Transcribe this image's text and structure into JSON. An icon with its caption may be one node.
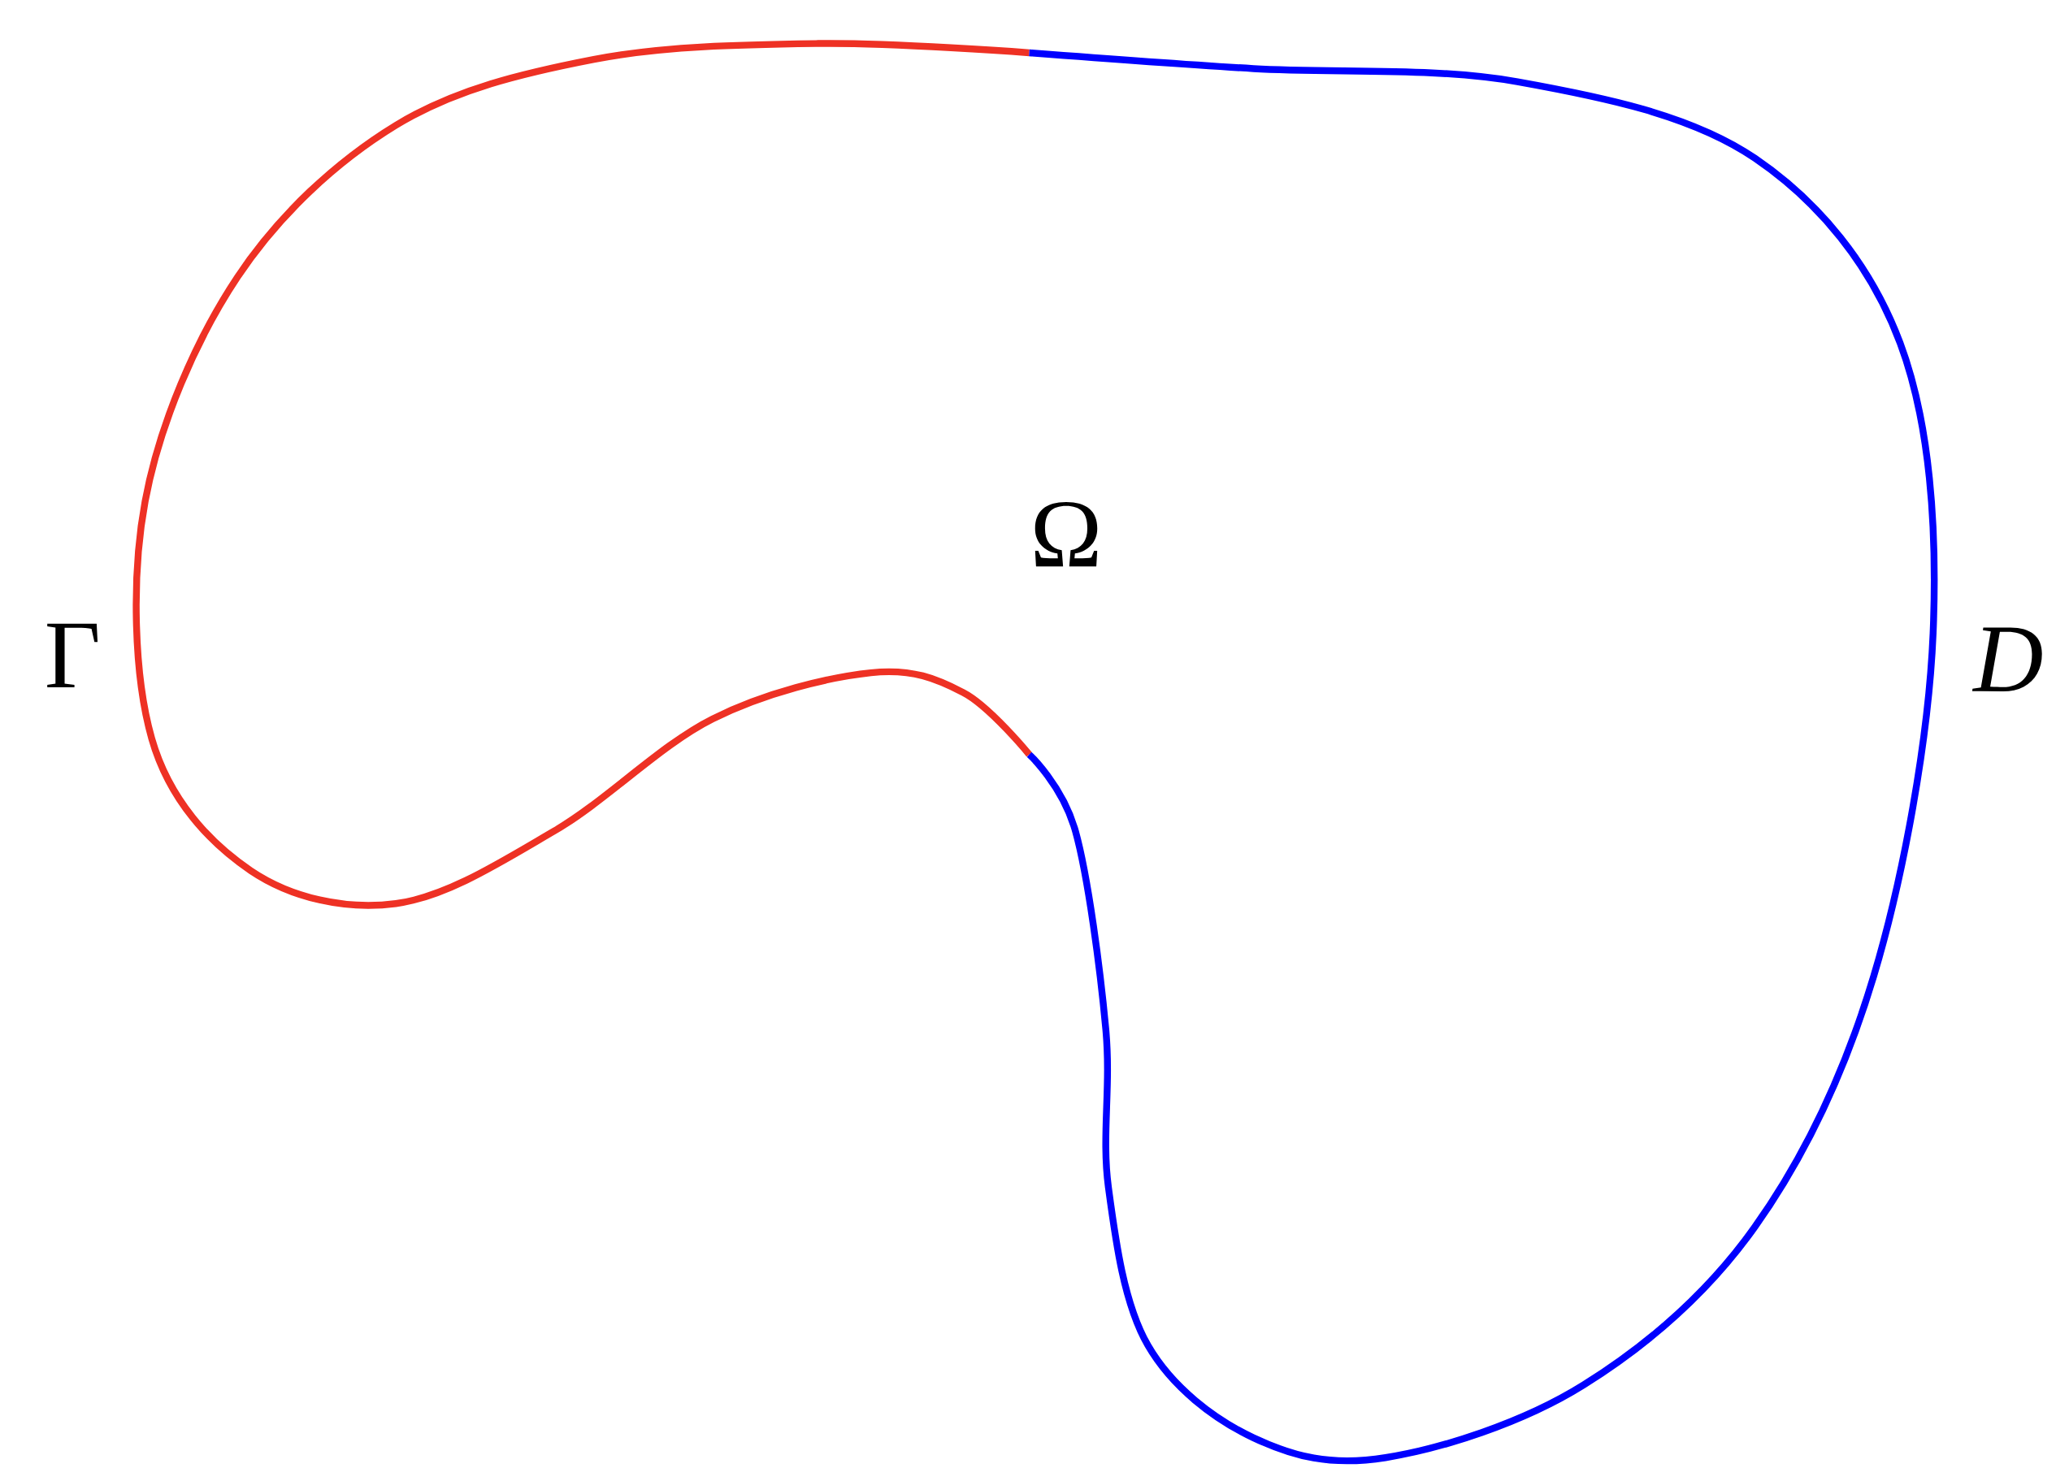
{
  "diagram": {
    "nodes": [
      {
        "text": [
          "Ω"
        ]
      }
    ],
    "labels": [
      "Γ",
      "D"
    ]
  }
}
